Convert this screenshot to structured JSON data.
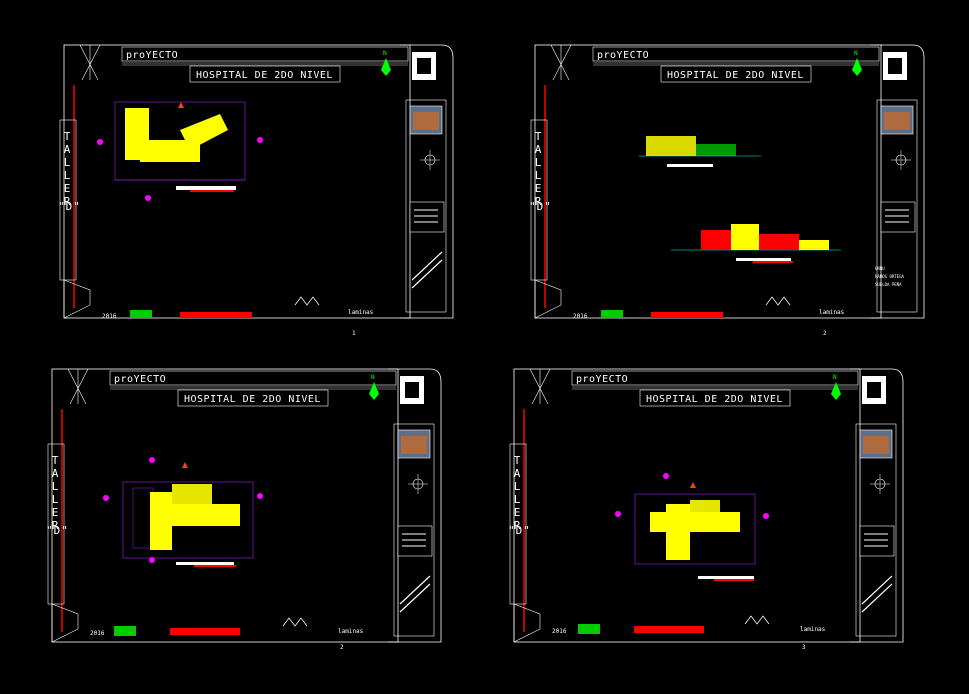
{
  "sheets": [
    {
      "project": "proYECTO",
      "title": "HOSPITAL DE 2DO NIVEL",
      "taller": "TALLER",
      "group": "\"D\"",
      "year": "2016",
      "laminas": "laminas",
      "number": "1",
      "north": "N",
      "stamp": []
    },
    {
      "project": "proYECTO",
      "title": "HOSPITAL DE 2DO NIVEL",
      "taller": "TALLER",
      "group": "\"D\"",
      "year": "2016",
      "laminas": "laminas",
      "number": "2",
      "north": "N",
      "stamp": [
        "ONNU",
        "RAMOS ORTEGA",
        "SUELDA PEÑA"
      ]
    },
    {
      "project": "proYECTO",
      "title": "HOSPITAL DE 2DO NIVEL",
      "taller": "TALLER",
      "group": "\"D\"",
      "year": "2016",
      "laminas": "laminas",
      "number": "2",
      "north": "N",
      "stamp": []
    },
    {
      "project": "proYECTO",
      "title": "HOSPITAL DE 2DO NIVEL",
      "taller": "TALLER",
      "group": "\"D\"",
      "year": "2016",
      "laminas": "laminas",
      "number": "3",
      "north": "N",
      "stamp": []
    }
  ],
  "colors": {
    "background": "#000000",
    "frame": "#ffffff",
    "plan": "#ffff00",
    "dim": "#a020f0",
    "marker": "#ff00ff",
    "accent": "#ff0000",
    "north": "#00ff00"
  }
}
